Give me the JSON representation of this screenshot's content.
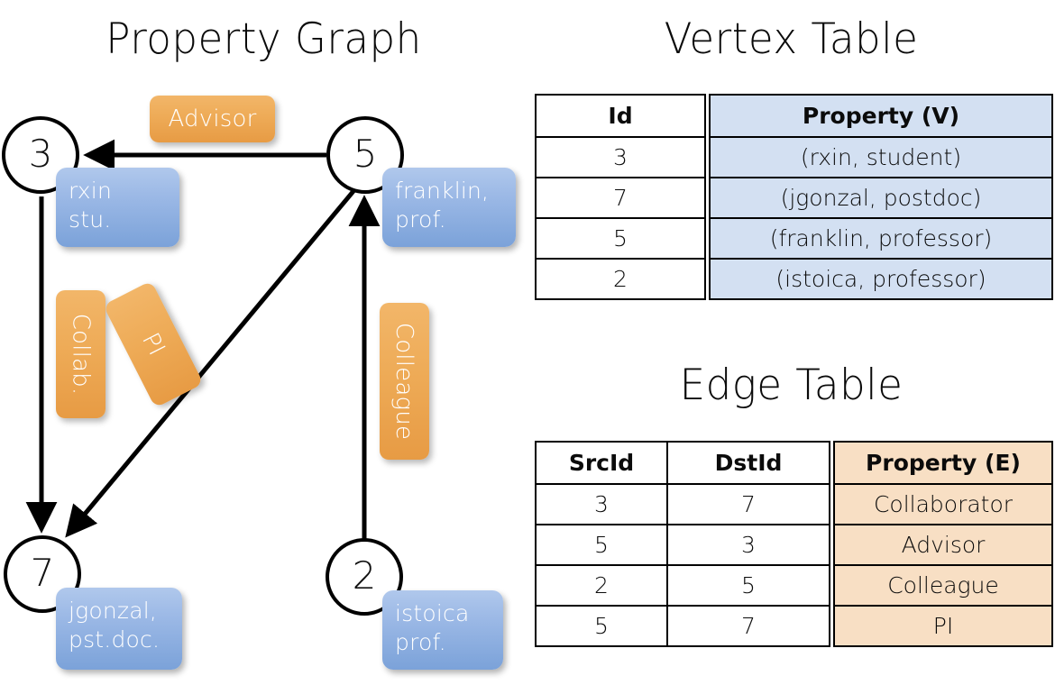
{
  "titles": {
    "property_graph": "Property Graph",
    "vertex_table": "Vertex Table",
    "edge_table": "Edge Table"
  },
  "graph": {
    "vertices": [
      {
        "id": "3",
        "property_label": "rxin\nstu."
      },
      {
        "id": "5",
        "property_label": "franklin,\nprof."
      },
      {
        "id": "7",
        "property_label": "jgonzal,\npst.doc."
      },
      {
        "id": "2",
        "property_label": "istoica\nprof."
      }
    ],
    "vertex_labels": {
      "rxin_line1": "rxin",
      "rxin_line2": "stu.",
      "franklin_line1": "franklin,",
      "franklin_line2": "prof.",
      "jgonzal_line1": "jgonzal,",
      "jgonzal_line2": "pst.doc.",
      "istoica_line1": "istoica",
      "istoica_line2": "prof."
    },
    "edge_labels": {
      "advisor": "Advisor",
      "collab": "Collab.",
      "pi": "PI",
      "colleague": "Colleague"
    },
    "edges": [
      {
        "from": "5",
        "to": "3",
        "label": "Advisor"
      },
      {
        "from": "3",
        "to": "7",
        "label": "Collab."
      },
      {
        "from": "5",
        "to": "7",
        "label": "PI"
      },
      {
        "from": "2",
        "to": "5",
        "label": "Colleague"
      }
    ]
  },
  "vertex_table": {
    "headers": [
      "Id",
      "Property (V)"
    ],
    "rows": [
      {
        "id": "3",
        "property": "(rxin, student)"
      },
      {
        "id": "7",
        "property": "(jgonzal, postdoc)"
      },
      {
        "id": "5",
        "property": "(franklin, professor)"
      },
      {
        "id": "2",
        "property": "(istoica, professor)"
      }
    ]
  },
  "edge_table": {
    "headers": [
      "SrcId",
      "DstId",
      "Property (E)"
    ],
    "rows": [
      {
        "src": "3",
        "dst": "7",
        "property": "Collaborator"
      },
      {
        "src": "5",
        "dst": "3",
        "property": "Advisor"
      },
      {
        "src": "2",
        "dst": "5",
        "property": "Colleague"
      },
      {
        "src": "5",
        "dst": "7",
        "property": "PI"
      }
    ]
  },
  "colors": {
    "vertex_property_box": "#9cb9e6",
    "edge_label_box": "#eeab57",
    "vertex_table_highlight": "#d3e0f2",
    "edge_table_highlight": "#f8dfc4",
    "stroke": "#000000",
    "background": "#ffffff"
  }
}
